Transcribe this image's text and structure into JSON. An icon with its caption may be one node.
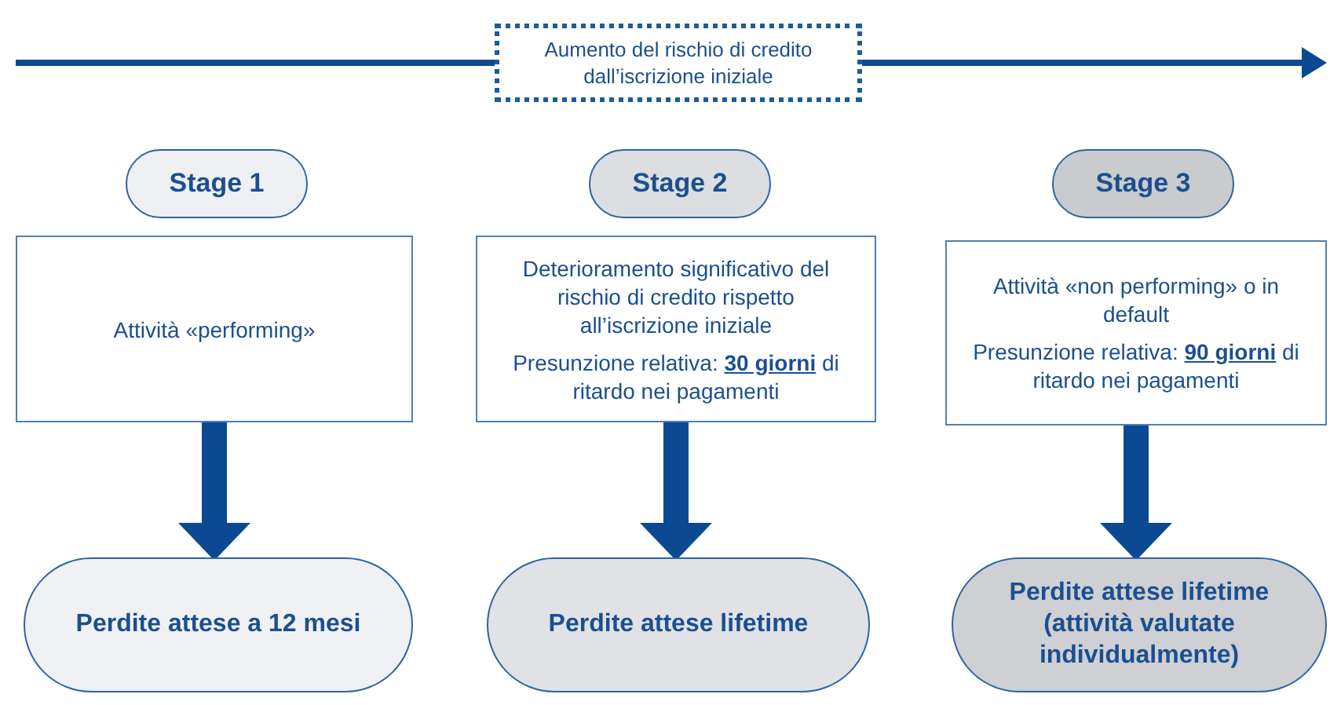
{
  "diagram": {
    "nodes": [
      {
        "text": [
          "Aumento del rischio di credito dall’iscrizione iniziale"
        ]
      },
      {
        "text": [
          "Stage 1"
        ]
      },
      {
        "text": [
          "Stage 2"
        ]
      },
      {
        "text": [
          "Stage 3"
        ]
      },
      {
        "text": [
          "Attività «performing»"
        ]
      },
      {
        "text": [
          "Deterioramento significativo del rischio di credito rispetto all’iscrizione iniziale",
          "Presunzione relativa: **30 giorni** di ritardo nei pagamenti"
        ]
      },
      {
        "text": [
          "Attività «non performing» o in default",
          "Presunzione relativa: **90 giorni** di ritardo nei pagamenti"
        ]
      },
      {
        "text": [
          "Perdite attese a 12 mesi"
        ]
      },
      {
        "text": [
          "Perdite attese lifetime"
        ]
      },
      {
        "text": [
          "Perdite attese lifetime (attività valutate individualmente)"
        ]
      }
    ],
    "edges": [
      {
        "from": 4,
        "to": 7,
        "arrow": "to"
      },
      {
        "from": 5,
        "to": 8,
        "arrow": "to"
      },
      {
        "from": 6,
        "to": 9,
        "arrow": "to"
      }
    ]
  }
}
